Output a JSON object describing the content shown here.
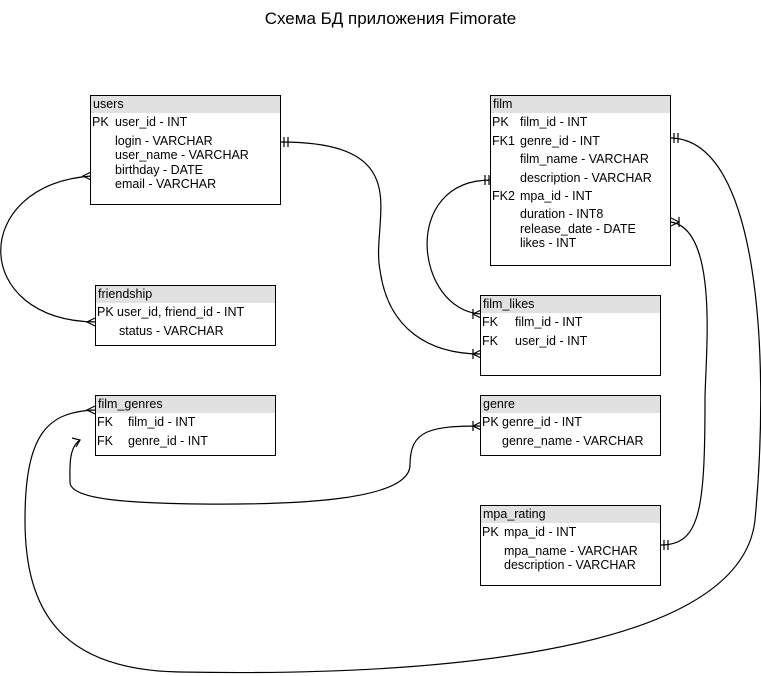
{
  "title": "Схема БД приложения Fimorate",
  "tables": {
    "users": {
      "name": "users",
      "rows": [
        {
          "key": "PK",
          "text": "user_id - INT"
        },
        {
          "key": "",
          "text": "login - VARCHAR"
        },
        {
          "key": "",
          "text": "user_name - VARCHAR"
        },
        {
          "key": "",
          "text": "birthday - DATE"
        },
        {
          "key": "",
          "text": "email - VARCHAR"
        }
      ]
    },
    "film": {
      "name": "film",
      "rows": [
        {
          "key": "PK",
          "text": "film_id - INT"
        },
        {
          "key": "FK1",
          "text": "genre_id - INT"
        },
        {
          "key": "",
          "text": "film_name - VARCHAR"
        },
        {
          "key": "",
          "text": "description - VARCHAR"
        },
        {
          "key": "FK2",
          "text": "mpa_id - INT"
        },
        {
          "key": "",
          "text": "duration - INT8"
        },
        {
          "key": "",
          "text": "release_date - DATE"
        },
        {
          "key": "",
          "text": "likes - INT"
        }
      ]
    },
    "friendship": {
      "name": "friendship",
      "rows": [
        {
          "key": "PK",
          "text": "user_id, friend_id - INT"
        },
        {
          "key": "",
          "text": "status - VARCHAR"
        }
      ]
    },
    "film_likes": {
      "name": "film_likes",
      "rows": [
        {
          "key": "FK",
          "text": "film_id  - INT"
        },
        {
          "key": "FK",
          "text": "user_id - INT"
        }
      ]
    },
    "film_genres": {
      "name": "film_genres",
      "rows": [
        {
          "key": "FK",
          "text": "film_id - INT"
        },
        {
          "key": "FK",
          "text": "genre_id - INT"
        }
      ]
    },
    "genre": {
      "name": "genre",
      "rows": [
        {
          "key": "PK",
          "text": "genre_id - INT"
        },
        {
          "key": "",
          "text": "genre_name - VARCHAR"
        }
      ]
    },
    "mpa_rating": {
      "name": "mpa_rating",
      "rows": [
        {
          "key": "PK",
          "text": "mpa_id - INT"
        },
        {
          "key": "",
          "text": "mpa_name - VARCHAR"
        },
        {
          "key": "",
          "text": "description - VARCHAR"
        }
      ]
    }
  }
}
